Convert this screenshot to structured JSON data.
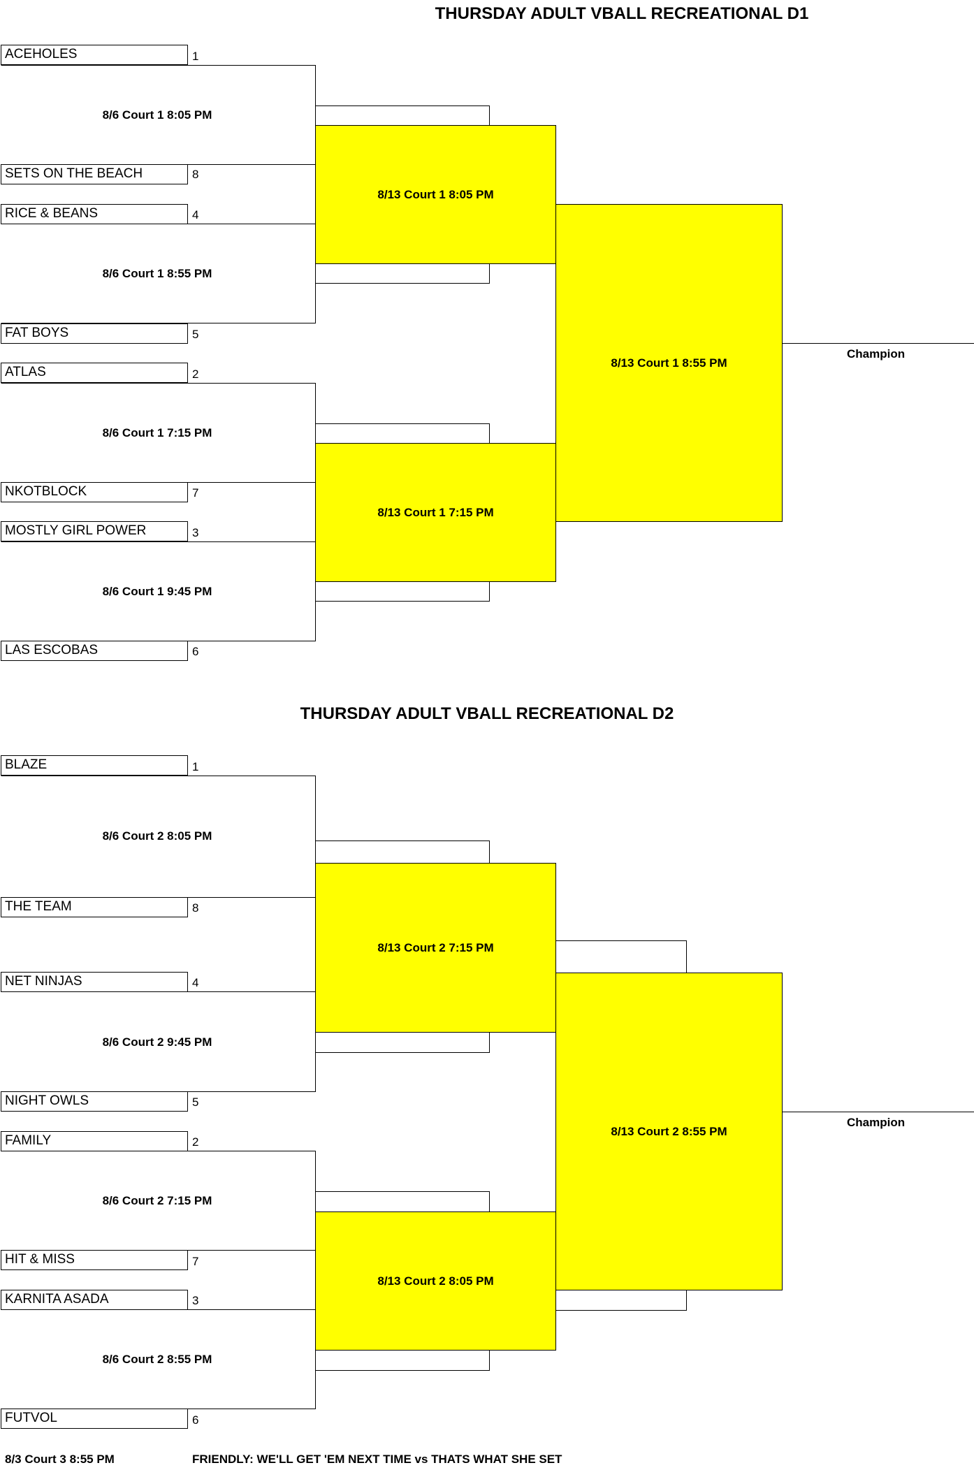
{
  "d1": {
    "title": "THURSDAY ADULT VBALL RECREATIONAL D1",
    "teams": [
      {
        "name": "ACEHOLES",
        "seed": "1"
      },
      {
        "name": "SETS ON THE BEACH",
        "seed": "8"
      },
      {
        "name": "RICE & BEANS",
        "seed": "4"
      },
      {
        "name": "FAT BOYS",
        "seed": "5"
      },
      {
        "name": "ATLAS",
        "seed": "2"
      },
      {
        "name": "NKOTBLOCK",
        "seed": "7"
      },
      {
        "name": "MOSTLY GIRL POWER",
        "seed": "3"
      },
      {
        "name": "LAS ESCOBAS",
        "seed": "6"
      }
    ],
    "round1": [
      "8/6 Court 1 8:05 PM",
      "8/6 Court 1 8:55 PM",
      "8/6 Court 1 7:15 PM",
      "8/6 Court 1 9:45 PM"
    ],
    "round2": [
      "8/13 Court 1 8:05 PM",
      "8/13 Court 1 7:15 PM"
    ],
    "final": "8/13 Court 1 8:55 PM",
    "champion": "Champion"
  },
  "d2": {
    "title": "THURSDAY ADULT VBALL RECREATIONAL D2",
    "teams": [
      {
        "name": "BLAZE",
        "seed": "1"
      },
      {
        "name": "THE TEAM",
        "seed": "8"
      },
      {
        "name": "NET NINJAS",
        "seed": "4"
      },
      {
        "name": "NIGHT OWLS",
        "seed": "5"
      },
      {
        "name": "FAMILY",
        "seed": "2"
      },
      {
        "name": "HIT & MISS",
        "seed": "7"
      },
      {
        "name": "KARNITA ASADA",
        "seed": "3"
      },
      {
        "name": "FUTVOL",
        "seed": "6"
      }
    ],
    "round1": [
      "8/6 Court 2 8:05 PM",
      "8/6 Court 2 9:45 PM",
      "8/6 Court 2 7:15 PM",
      "8/6 Court 2 8:55 PM"
    ],
    "round2": [
      "8/13 Court 2 7:15 PM",
      "8/13 Court 2 8:05 PM"
    ],
    "final": "8/13 Court 2 8:55 PM",
    "champion": "Champion"
  },
  "footer": {
    "time": "8/3 Court 3 8:55 PM",
    "friendly": "FRIENDLY: WE'LL GET 'EM NEXT TIME vs THATS WHAT SHE SET"
  },
  "colors": {
    "highlight": "#ffff00"
  }
}
